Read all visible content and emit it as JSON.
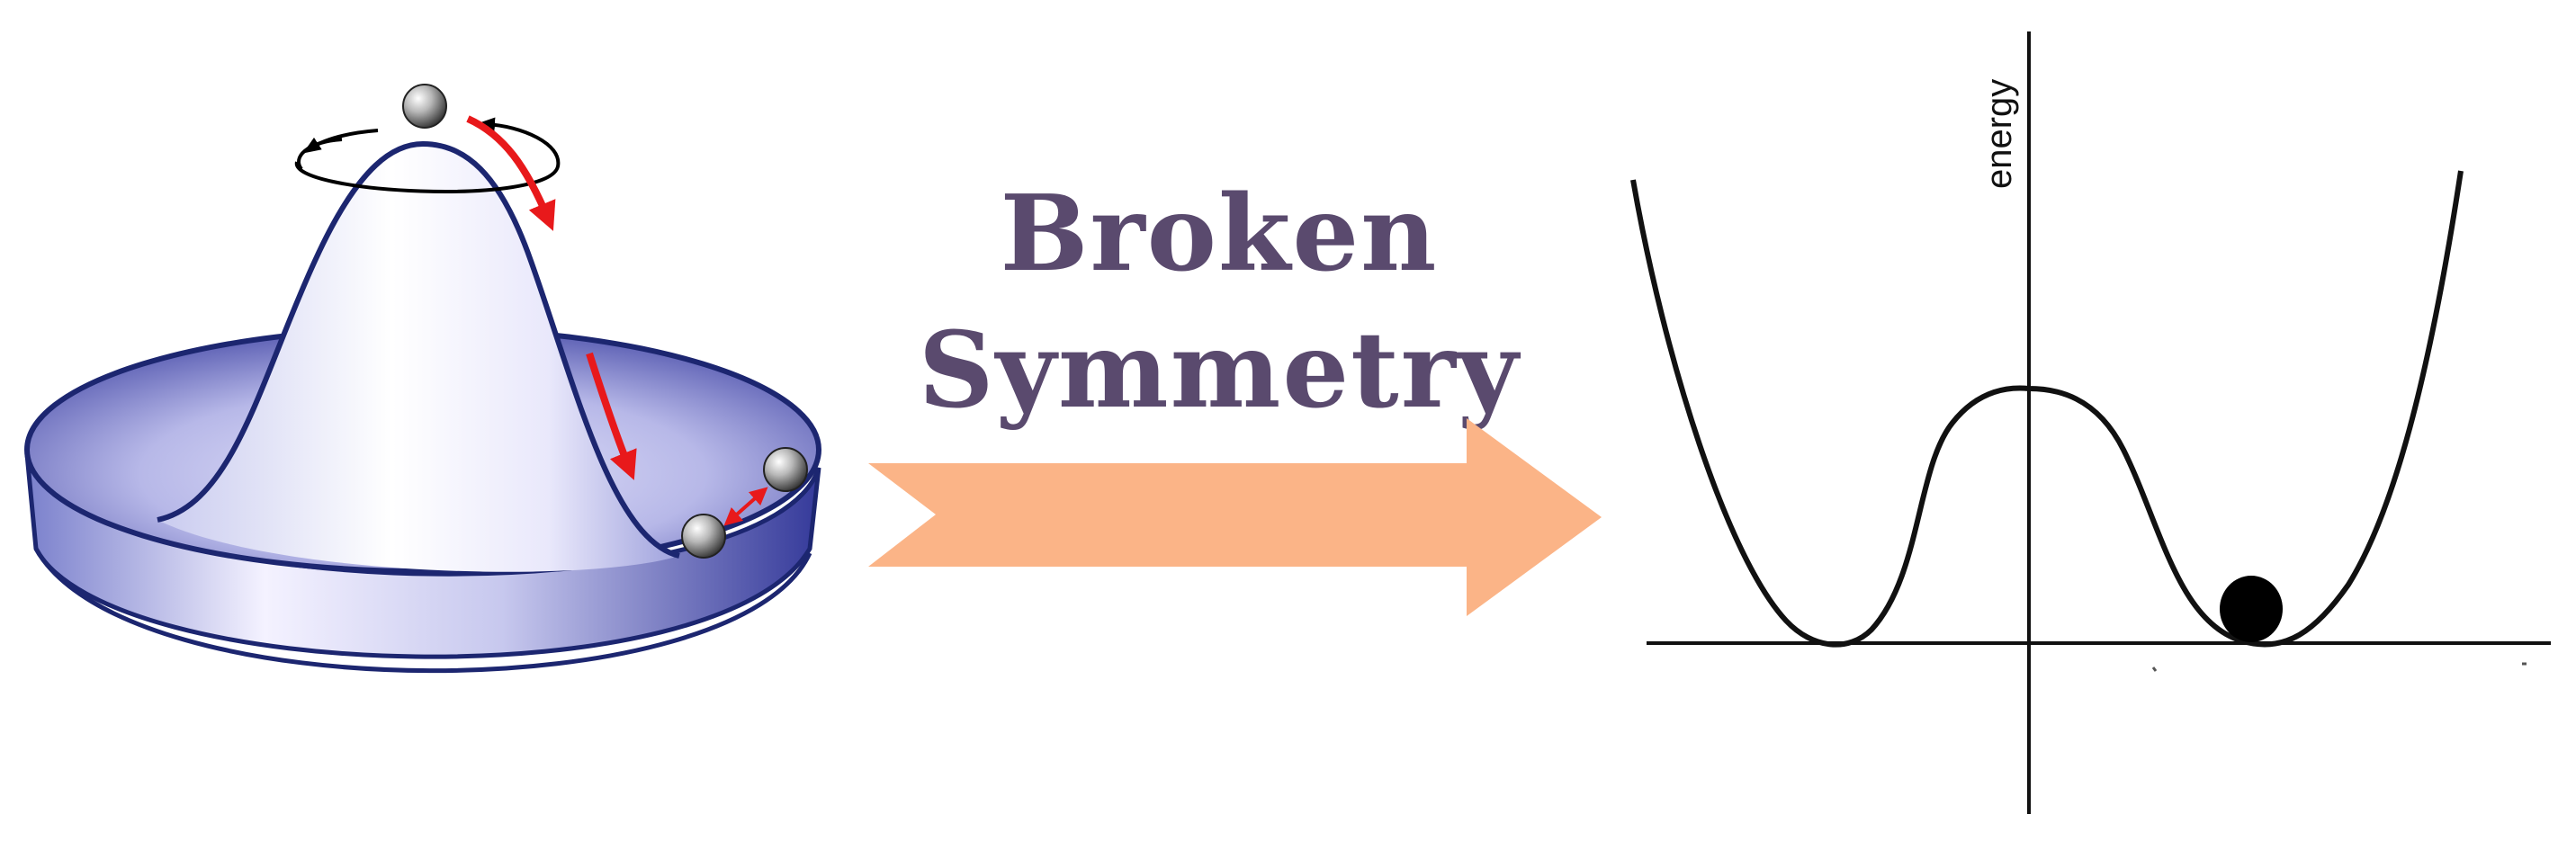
{
  "caption": {
    "line1": "Broken",
    "line2": "Symmetry"
  },
  "potential_plot": {
    "y_axis_label": "energy"
  },
  "colors": {
    "hat_outline": "#1c2670",
    "hat_fill_light": "#f6f4ff",
    "hat_fill_dark": "#3a3d9e",
    "arrow_red": "#e8191b",
    "big_arrow": "#fbb487",
    "caption_text": "#5a4a6e",
    "plot_line": "#111111",
    "ball": "#000000"
  }
}
